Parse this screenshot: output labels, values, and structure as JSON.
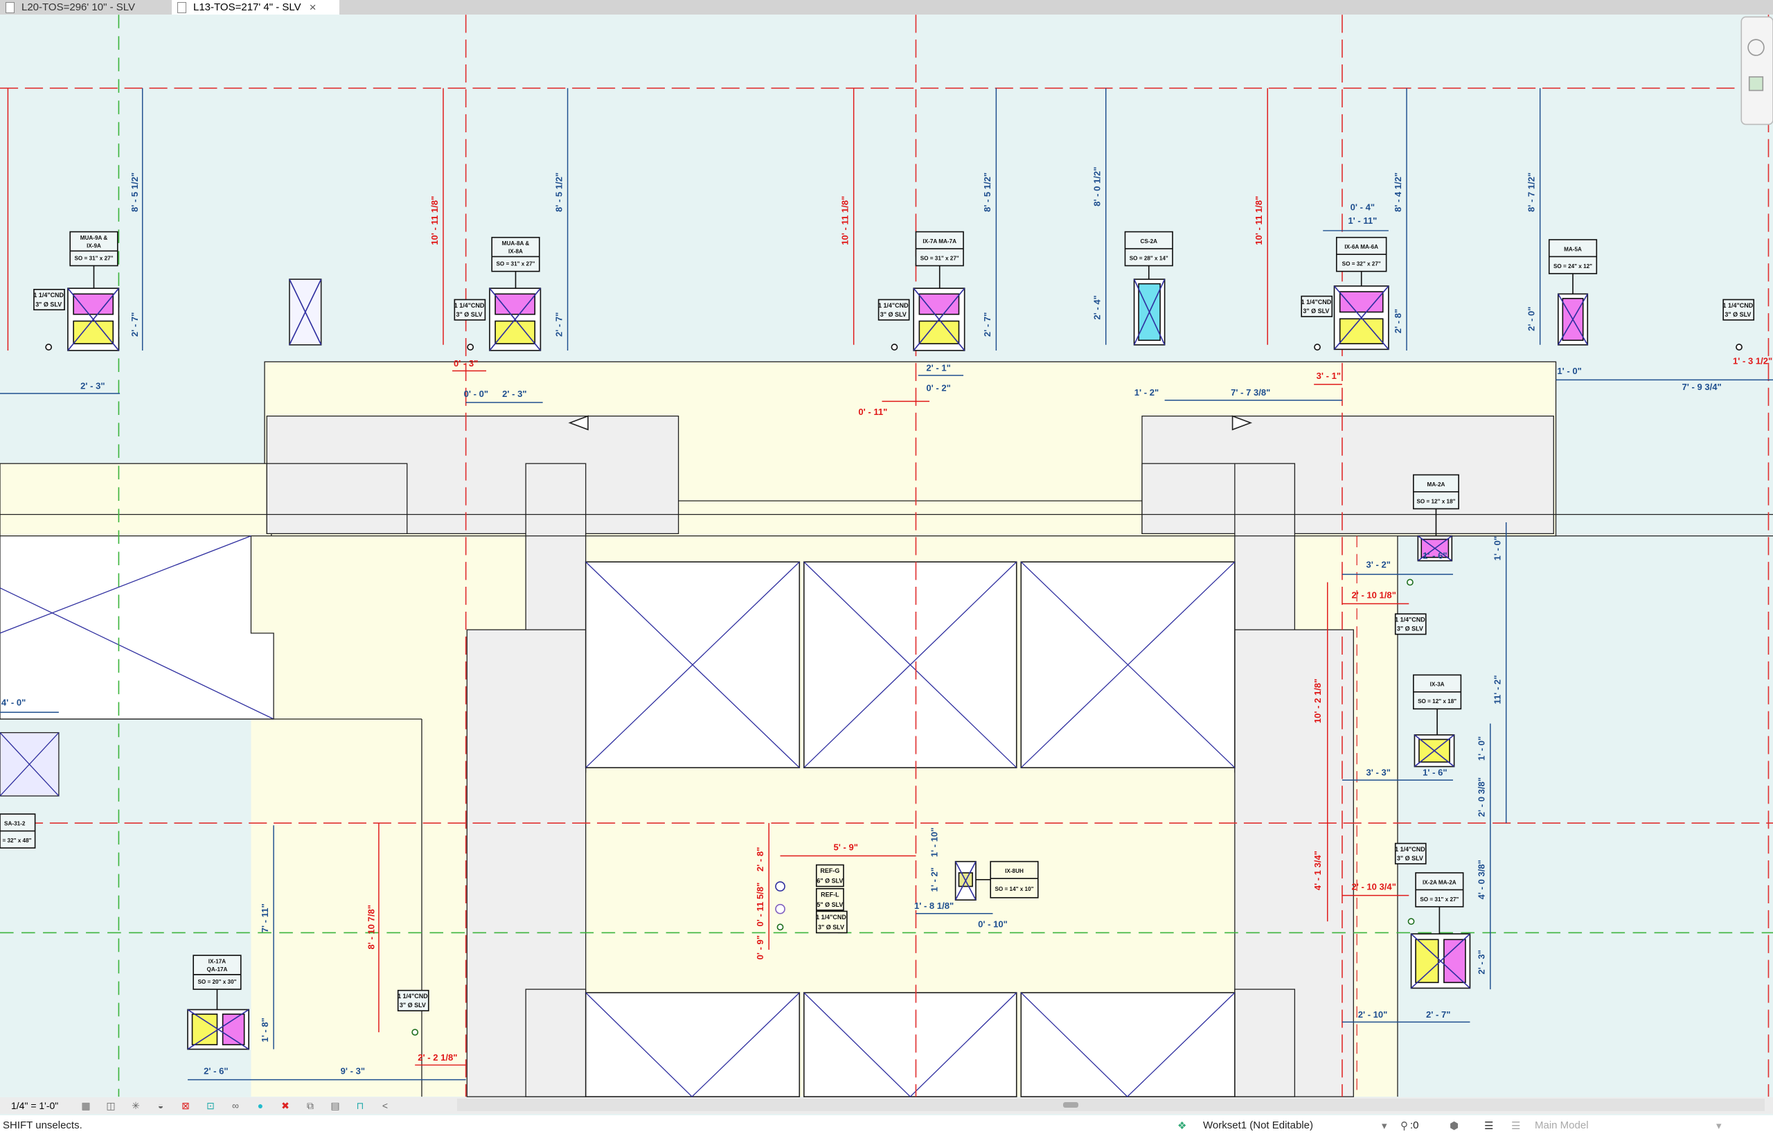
{
  "tabs": [
    {
      "label": "L20-TOS=296'  10\" - SLV",
      "active": false
    },
    {
      "label": "L13-TOS=217'  4\" - SLV",
      "active": true,
      "close": "×"
    }
  ],
  "view_controls": {
    "scale": "1/4\" = 1'-0\"",
    "collapse": "<"
  },
  "status": {
    "message": "SHIFT unselects.",
    "workset": "Workset1 (Not Editable)",
    "editing_count": ":0",
    "design_option": "Main Model"
  },
  "colors": {
    "background": "#e6f3f3",
    "yellow_zone": "#fdfde4",
    "gray_zone": "#efefef",
    "grid_red": "#e03030",
    "grid_green": "#3cb43c",
    "dim_blue": "#1f4f8f",
    "dim_red": "#e01818",
    "unit_pink": "#f07cf0",
    "unit_yellow": "#f8f860",
    "unit_cyan": "#70e0f0"
  },
  "equipment": [
    {
      "name": "MUA-9A &",
      "name2": "IX-9A",
      "size": "SO = 31\" x 27\""
    },
    {
      "name": "MUA-8A &",
      "name2": "IX-8A",
      "size": "SO = 31\" x 27\""
    },
    {
      "name": "IX-7A MA-7A",
      "size": "SO = 31\" x 27\""
    },
    {
      "name": "CS-2A",
      "size": "SO = 28\" x 14\""
    },
    {
      "name": "IX-6A MA-6A",
      "size": "SO = 32\" x 27\""
    },
    {
      "name": "MA-5A",
      "size": "SO = 24\" x 12\""
    },
    {
      "name": "MA-2A",
      "size": "SO = 12\" x 18\""
    },
    {
      "name": "IX-3A",
      "size": "SO = 12\" x 18\""
    },
    {
      "name": "IX-2A MA-2A",
      "size": "SO = 31\" x 27\""
    },
    {
      "name": "IX-17A",
      "name2": "QA-17A",
      "size": "SO = 20\" x 30\""
    },
    {
      "name": "IX-8UH",
      "size": "SO = 14\" x 10\""
    },
    {
      "name": "SA-31-2",
      "size": "= 32\" x 48\""
    }
  ],
  "sleeves": {
    "cnd1": "1 1/4\"CND",
    "cnd2": "3\" Ø SLV",
    "refg": "REF-G",
    "refg2": "6\" Ø SLV",
    "refl": "REF-L",
    "refl2": "5\" Ø SLV"
  },
  "dims": [
    "8' - 5 1/2\"",
    "2' - 7\"",
    "8' - 5 1/2\"",
    "2' - 7\"",
    "8' - 5 1/2\"",
    "2' - 7\"",
    "8' - 0 1/2\"",
    "2' - 4\"",
    "8' - 4 1/2\"",
    "2' - 8\"",
    "8' - 7 1/2\"",
    "2' - 0\"",
    "1' - 0\"",
    "11' - 2\"",
    "1' - 0\"",
    "2' - 0 3/8\"",
    "4' - 0 3/8\"",
    "2' - 3\"",
    "7' - 11\"",
    "1' - 8\"",
    "1' - 10\"",
    "1' - 2\"",
    "10' - 11 1/8\"",
    "10' - 11 1/8\"",
    "10' - 11 1/8\"",
    "10' - 2 1/8\"",
    "4' - 1 3/4\"",
    "8' - 10 7/8\"",
    "2' - 8\"",
    "0' - 11 5/8\"",
    "0' - 9\"",
    "2' - 3\"",
    "0' - 0\"",
    "2' - 3\"",
    "2' - 1\"",
    "0' - 2\"",
    "1' - 2\"",
    "7' - 7 3/8\"",
    "0' - 4\"",
    "1' - 11\"",
    "1' - 0\"",
    "7' - 9 3/4\"",
    "3' - 2\"",
    "1' - 6\"",
    "3' - 3\"",
    "1' - 6\"",
    "2' - 10\"",
    "2' - 7\"",
    "4' - 0\"",
    "2' - 6\"",
    "9' - 3\"",
    "1' - 8 1/8\"",
    "0' - 10\"",
    "0' - 3\"",
    "0' - 11\"",
    "3' - 1\"",
    "2' - 10 1/8\"",
    "2' - 10 3/4\"",
    "2' - 2 1/8\"",
    "5' - 9\"",
    "1' - 3 1/2\""
  ]
}
